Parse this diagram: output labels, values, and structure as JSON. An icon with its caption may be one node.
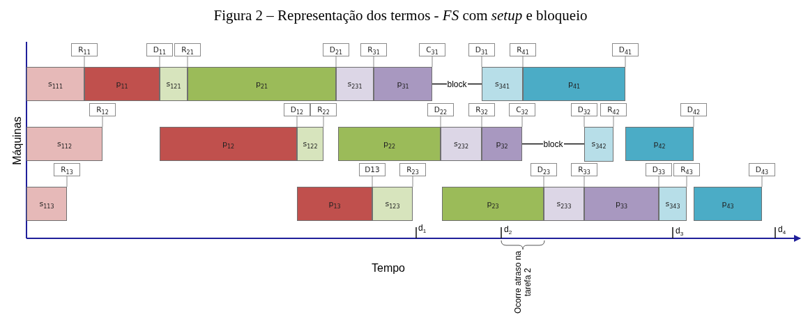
{
  "diagram": {
    "title": "Figura 2 – Representação dos termos - *FS* com *setup* e bloqueio",
    "nodes": [
      {
        "text": [
          "s$_{111}$"
        ]
      },
      {
        "text": [
          "p$_{11}$"
        ]
      },
      {
        "text": [
          "s$_{121}$"
        ]
      },
      {
        "text": [
          "p$_{21}$"
        ]
      },
      {
        "text": [
          "s$_{231}$"
        ]
      },
      {
        "text": [
          "p$_{31}$"
        ]
      },
      {
        "text": [
          "s$_{341}$"
        ]
      },
      {
        "text": [
          "p$_{41}$"
        ]
      },
      {
        "text": [
          "s$_{112}$"
        ]
      },
      {
        "text": [
          "p$_{12}$"
        ]
      },
      {
        "text": [
          "s$_{122}$"
        ]
      },
      {
        "text": [
          "p$_{22}$"
        ]
      },
      {
        "text": [
          "s$_{232}$"
        ]
      },
      {
        "text": [
          "p$_{32}$"
        ]
      },
      {
        "text": [
          "s$_{342}$"
        ]
      },
      {
        "text": [
          "p$_{42}$"
        ]
      },
      {
        "text": [
          "s$_{113}$"
        ]
      },
      {
        "text": [
          "p$_{13}$"
        ]
      },
      {
        "text": [
          "s$_{123}$"
        ]
      },
      {
        "text": [
          "p$_{23}$"
        ]
      },
      {
        "text": [
          "s$_{233}$"
        ]
      },
      {
        "text": [
          "p$_{33}$"
        ]
      },
      {
        "text": [
          "s$_{343}$"
        ]
      },
      {
        "text": [
          "p$_{43}$"
        ]
      },
      {
        "text": [
          "R$_{11}$"
        ]
      },
      {
        "text": [
          "D$_{11}$"
        ]
      },
      {
        "text": [
          "R$_{21}$"
        ]
      },
      {
        "text": [
          "D$_{21}$"
        ]
      },
      {
        "text": [
          "R$_{31}$"
        ]
      },
      {
        "text": [
          "C$_{31}$"
        ]
      },
      {
        "text": [
          "D$_{31}$"
        ]
      },
      {
        "text": [
          "R$_{41}$"
        ]
      },
      {
        "text": [
          "D$_{41}$"
        ]
      },
      {
        "text": [
          "R$_{12}$"
        ]
      },
      {
        "text": [
          "D$_{12}$"
        ]
      },
      {
        "text": [
          "R$_{22}$"
        ]
      },
      {
        "text": [
          "D$_{22}$"
        ]
      },
      {
        "text": [
          "R$_{32}$"
        ]
      },
      {
        "text": [
          "C$_{32}$"
        ]
      },
      {
        "text": [
          "D$_{32}$"
        ]
      },
      {
        "text": [
          "R$_{42}$"
        ]
      },
      {
        "text": [
          "D$_{42}$"
        ]
      },
      {
        "text": [
          "R$_{13}$"
        ]
      },
      {
        "text": [
          "D13"
        ]
      },
      {
        "text": [
          "R$_{23}$"
        ]
      },
      {
        "text": [
          "D$_{23}$"
        ]
      },
      {
        "text": [
          "R$_{33}$"
        ]
      },
      {
        "text": [
          "D$_{33}$"
        ]
      },
      {
        "text": [
          "R$_{43}$"
        ]
      },
      {
        "text": [
          "D$_{43}$"
        ]
      }
    ],
    "edges": [
      {
        "from": 5,
        "to": 6,
        "arrow": "none",
        "label": "block",
        "color": "#111111"
      },
      {
        "from": 13,
        "to": 14,
        "arrow": "none",
        "label": "block",
        "color": "#111111"
      },
      {
        "from": 24,
        "to": 1,
        "arrow": "none"
      },
      {
        "from": 25,
        "to": 1,
        "arrow": "none"
      },
      {
        "from": 26,
        "to": 3,
        "arrow": "none"
      },
      {
        "from": 27,
        "to": 3,
        "arrow": "none"
      },
      {
        "from": 28,
        "to": 5,
        "arrow": "none"
      },
      {
        "from": 29,
        "to": 5,
        "arrow": "none"
      },
      {
        "from": 30,
        "to": 6,
        "arrow": "none"
      },
      {
        "from": 31,
        "to": 7,
        "arrow": "none"
      },
      {
        "from": 32,
        "to": 7,
        "arrow": "none"
      },
      {
        "from": 33,
        "to": 8,
        "arrow": "none"
      },
      {
        "from": 34,
        "to": 9,
        "arrow": "none"
      },
      {
        "from": 35,
        "to": 10,
        "arrow": "none"
      },
      {
        "from": 36,
        "to": 11,
        "arrow": "none"
      },
      {
        "from": 37,
        "to": 13,
        "arrow": "none"
      },
      {
        "from": 38,
        "to": 13,
        "arrow": "none"
      },
      {
        "from": 39,
        "to": 14,
        "arrow": "none"
      },
      {
        "from": 40,
        "to": 14,
        "arrow": "none"
      },
      {
        "from": 41,
        "to": 15,
        "arrow": "none"
      },
      {
        "from": 42,
        "to": 16,
        "arrow": "none"
      },
      {
        "from": 43,
        "to": 17,
        "arrow": "none"
      },
      {
        "from": 44,
        "to": 18,
        "arrow": "none"
      },
      {
        "from": 45,
        "to": 19,
        "arrow": "none"
      },
      {
        "from": 46,
        "to": 21,
        "arrow": "none"
      },
      {
        "from": 47,
        "to": 21,
        "arrow": "none"
      },
      {
        "from": 48,
        "to": 22,
        "arrow": "none"
      },
      {
        "from": 49,
        "to": 23,
        "arrow": "none"
      }
    ],
    "labels": [
      "Máquinas",
      "d$_{1}$",
      "d$_{2}$",
      "d$_{3}$",
      "d$_{4}$",
      "Tempo",
      "Ocorre atraso na tarefa 2"
    ]
  }
}
